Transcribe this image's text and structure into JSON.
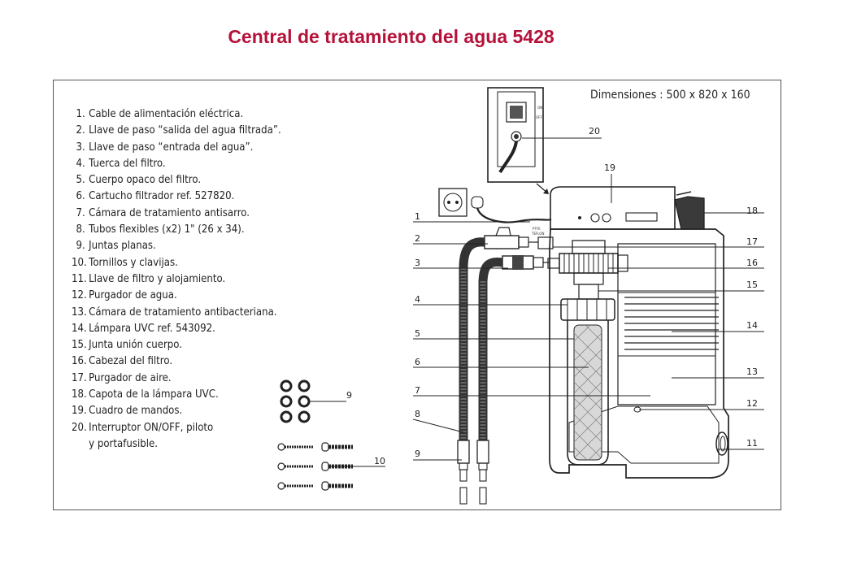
{
  "title": "Central de tratamiento del agua 5428",
  "dimensions_label": "Dimensiones : 500 x 820 x 160",
  "parts": [
    {
      "num": "1.",
      "label": "Cable de alimentación eléctrica."
    },
    {
      "num": "2.",
      "label": "Llave de paso “salida del agua filtrada”."
    },
    {
      "num": "3.",
      "label": "Llave de paso “entrada del agua”."
    },
    {
      "num": "4.",
      "label": "Tuerca del filtro."
    },
    {
      "num": "5.",
      "label": "Cuerpo opaco del filtro."
    },
    {
      "num": "6.",
      "label": "Cartucho filtrador ref. 527820."
    },
    {
      "num": "7.",
      "label": "Cámara de tratamiento antisarro."
    },
    {
      "num": "8.",
      "label": "Tubos flexibles (x2) 1\" (26 x 34)."
    },
    {
      "num": "9.",
      "label": "Juntas planas."
    },
    {
      "num": "10.",
      "label": "Tornillos y clavijas."
    },
    {
      "num": "11.",
      "label": "Llave de filtro y alojamiento."
    },
    {
      "num": "12.",
      "label": "Purgador de agua."
    },
    {
      "num": "13.",
      "label": "Cámara de tratamiento antibacteriana."
    },
    {
      "num": "14.",
      "label": "Lámpara UVC ref. 543092."
    },
    {
      "num": "15.",
      "label": "Junta unión cuerpo."
    },
    {
      "num": "16.",
      "label": "Cabezal del filtro."
    },
    {
      "num": "17.",
      "label": "Purgador de aire."
    },
    {
      "num": "18.",
      "label": "Capota de la lámpara UVC."
    },
    {
      "num": "19.",
      "label": "Cuadro de mandos."
    },
    {
      "num": "20.",
      "label": "Interruptor ON/OFF, piloto",
      "continuation": "y portafusible."
    }
  ],
  "callouts": {
    "c1": "1",
    "c2": "2",
    "c3": "3",
    "c4": "4",
    "c5": "5",
    "c6": "6",
    "c7": "7",
    "c8": "8",
    "c9a": "9",
    "c9b": "9",
    "c10": "10",
    "c11": "11",
    "c12": "12",
    "c13": "13",
    "c14": "14",
    "c15": "15",
    "c16": "16",
    "c17": "17",
    "c18": "18",
    "c19": "19",
    "c20": "20"
  },
  "switch_labels": {
    "on": "ON",
    "off": "OFF"
  },
  "tap_labels": {
    "line1": "PTFE",
    "line2": "TEFLON"
  },
  "colors": {
    "title": "#b5123a",
    "line": "#222222",
    "frame": "#555555"
  }
}
